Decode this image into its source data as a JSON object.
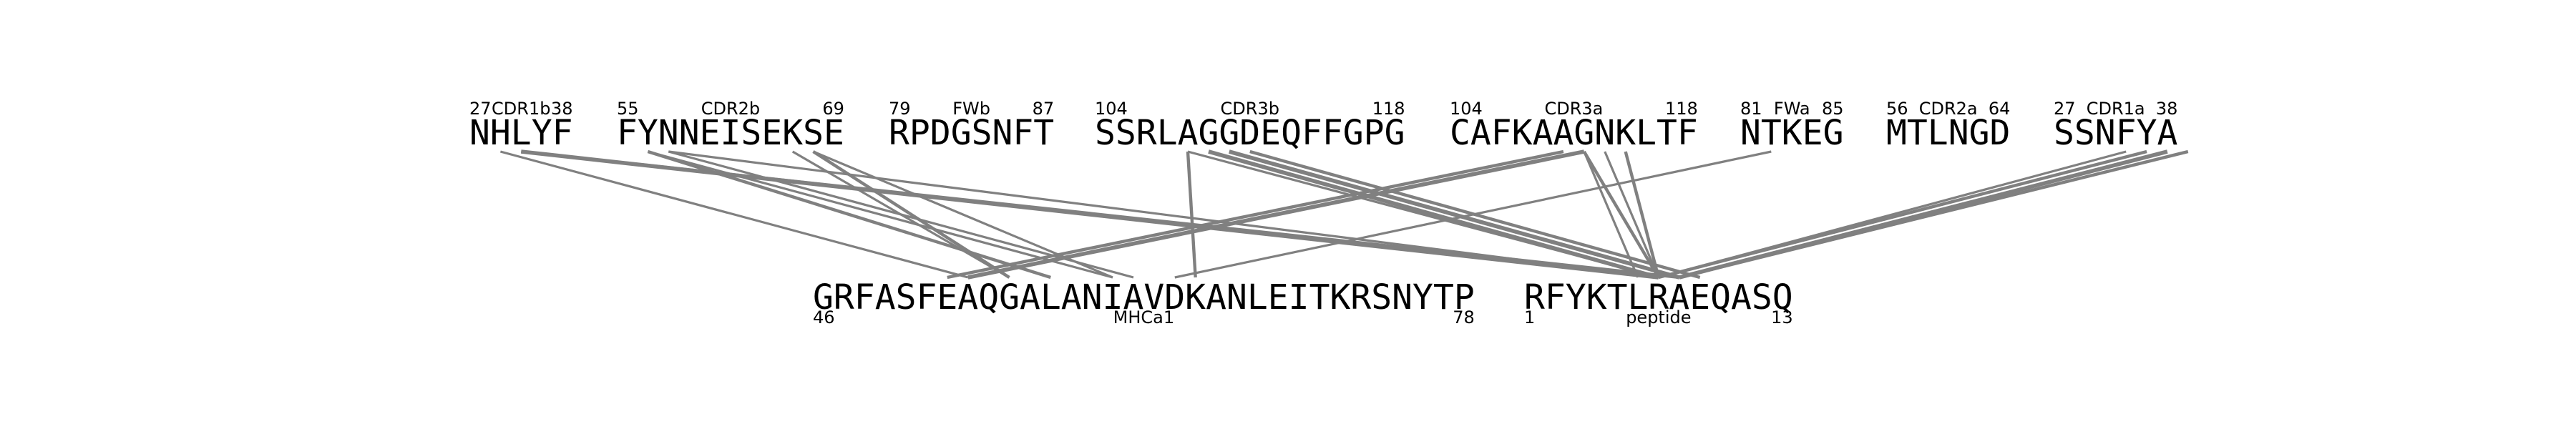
{
  "top_segments": [
    {
      "id": "CDR1b",
      "seq": "NHLYF",
      "start": "27",
      "label": "CDR1b",
      "end": "38"
    },
    {
      "id": "CDR2b",
      "seq": "FYNNEISEKSE",
      "start": "55",
      "label": "CDR2b",
      "end": "69"
    },
    {
      "id": "FWb",
      "seq": "RPDGSNFT",
      "start": "79",
      "label": "FWb",
      "end": "87"
    },
    {
      "id": "CDR3b",
      "seq": "SSRLAGGDEQFFGPG",
      "start": "104",
      "label": "CDR3b",
      "end": "118"
    },
    {
      "id": "CDR3a",
      "seq": "CAFKAAGNKLTF",
      "start": "104",
      "label": "CDR3a",
      "end": "118"
    },
    {
      "id": "FWa",
      "seq": "NTKEG",
      "start": "81",
      "label": "FWa",
      "end": "85"
    },
    {
      "id": "CDR2a",
      "seq": "MTLNGD",
      "start": "56",
      "label": "CDR2a",
      "end": "64"
    },
    {
      "id": "CDR1a",
      "seq": "SSNFYA",
      "start": "27",
      "label": "CDR1a",
      "end": "38"
    }
  ],
  "bottom_segments": [
    {
      "id": "MHCa1",
      "seq": "GRFASFEAQGALANIAVDKANLEITKRSNYTP",
      "start": "46",
      "label": "MHCa1",
      "end": "78"
    },
    {
      "id": "peptide",
      "seq": "RFYKTLRAEQASQ",
      "start": "1",
      "label": "peptide",
      "end": "13"
    }
  ],
  "edge_color": "#808080",
  "contacts": [
    {
      "from": "CDR1b",
      "from_res": 1,
      "to": "MHCa1",
      "to_res": 7,
      "weight": 1
    },
    {
      "from": "CDR1b",
      "from_res": 2,
      "to": "peptide",
      "to_res": 6,
      "weight": 3
    },
    {
      "from": "CDR1b",
      "from_res": 2,
      "to": "peptide",
      "to_res": 7,
      "weight": 2
    },
    {
      "from": "CDR2b",
      "from_res": 1,
      "to": "MHCa1",
      "to_res": 11,
      "weight": 2
    },
    {
      "from": "CDR2b",
      "from_res": 1,
      "to": "MHCa1",
      "to_res": 14,
      "weight": 1
    },
    {
      "from": "CDR2b",
      "from_res": 2,
      "to": "MHCa1",
      "to_res": 15,
      "weight": 1
    },
    {
      "from": "CDR2b",
      "from_res": 2,
      "to": "peptide",
      "to_res": 6,
      "weight": 1
    },
    {
      "from": "CDR2b",
      "from_res": 8,
      "to": "MHCa1",
      "to_res": 9,
      "weight": 1
    },
    {
      "from": "CDR2b",
      "from_res": 9,
      "to": "MHCa1",
      "to_res": 9,
      "weight": 2
    },
    {
      "from": "CDR2b",
      "from_res": 9,
      "to": "MHCa1",
      "to_res": 14,
      "weight": 1
    },
    {
      "from": "CDR3b",
      "from_res": 4,
      "to": "MHCa1",
      "to_res": 18,
      "weight": 2
    },
    {
      "from": "CDR3b",
      "from_res": 4,
      "to": "peptide",
      "to_res": 6,
      "weight": 1
    },
    {
      "from": "CDR3b",
      "from_res": 5,
      "to": "peptide",
      "to_res": 6,
      "weight": 3
    },
    {
      "from": "CDR3b",
      "from_res": 6,
      "to": "peptide",
      "to_res": 7,
      "weight": 3
    },
    {
      "from": "CDR3b",
      "from_res": 7,
      "to": "peptide",
      "to_res": 8,
      "weight": 2
    },
    {
      "from": "CDR3a",
      "from_res": 5,
      "to": "MHCa1",
      "to_res": 6,
      "weight": 2
    },
    {
      "from": "CDR3a",
      "from_res": 6,
      "to": "MHCa1",
      "to_res": 7,
      "weight": 3
    },
    {
      "from": "CDR3a",
      "from_res": 6,
      "to": "peptide",
      "to_res": 5,
      "weight": 1
    },
    {
      "from": "CDR3a",
      "from_res": 6,
      "to": "peptide",
      "to_res": 6,
      "weight": 2
    },
    {
      "from": "CDR3a",
      "from_res": 7,
      "to": "peptide",
      "to_res": 6,
      "weight": 1
    },
    {
      "from": "CDR3a",
      "from_res": 8,
      "to": "peptide",
      "to_res": 6,
      "weight": 2
    },
    {
      "from": "FWa",
      "from_res": 1,
      "to": "MHCa1",
      "to_res": 17,
      "weight": 1
    },
    {
      "from": "CDR1a",
      "from_res": 3,
      "to": "peptide",
      "to_res": 6,
      "weight": 1
    },
    {
      "from": "CDR1a",
      "from_res": 4,
      "to": "peptide",
      "to_res": 6,
      "weight": 2
    },
    {
      "from": "CDR1a",
      "from_res": 5,
      "to": "peptide",
      "to_res": 7,
      "weight": 3
    },
    {
      "from": "CDR1a",
      "from_res": 6,
      "to": "peptide",
      "to_res": 7,
      "weight": 2
    }
  ]
}
